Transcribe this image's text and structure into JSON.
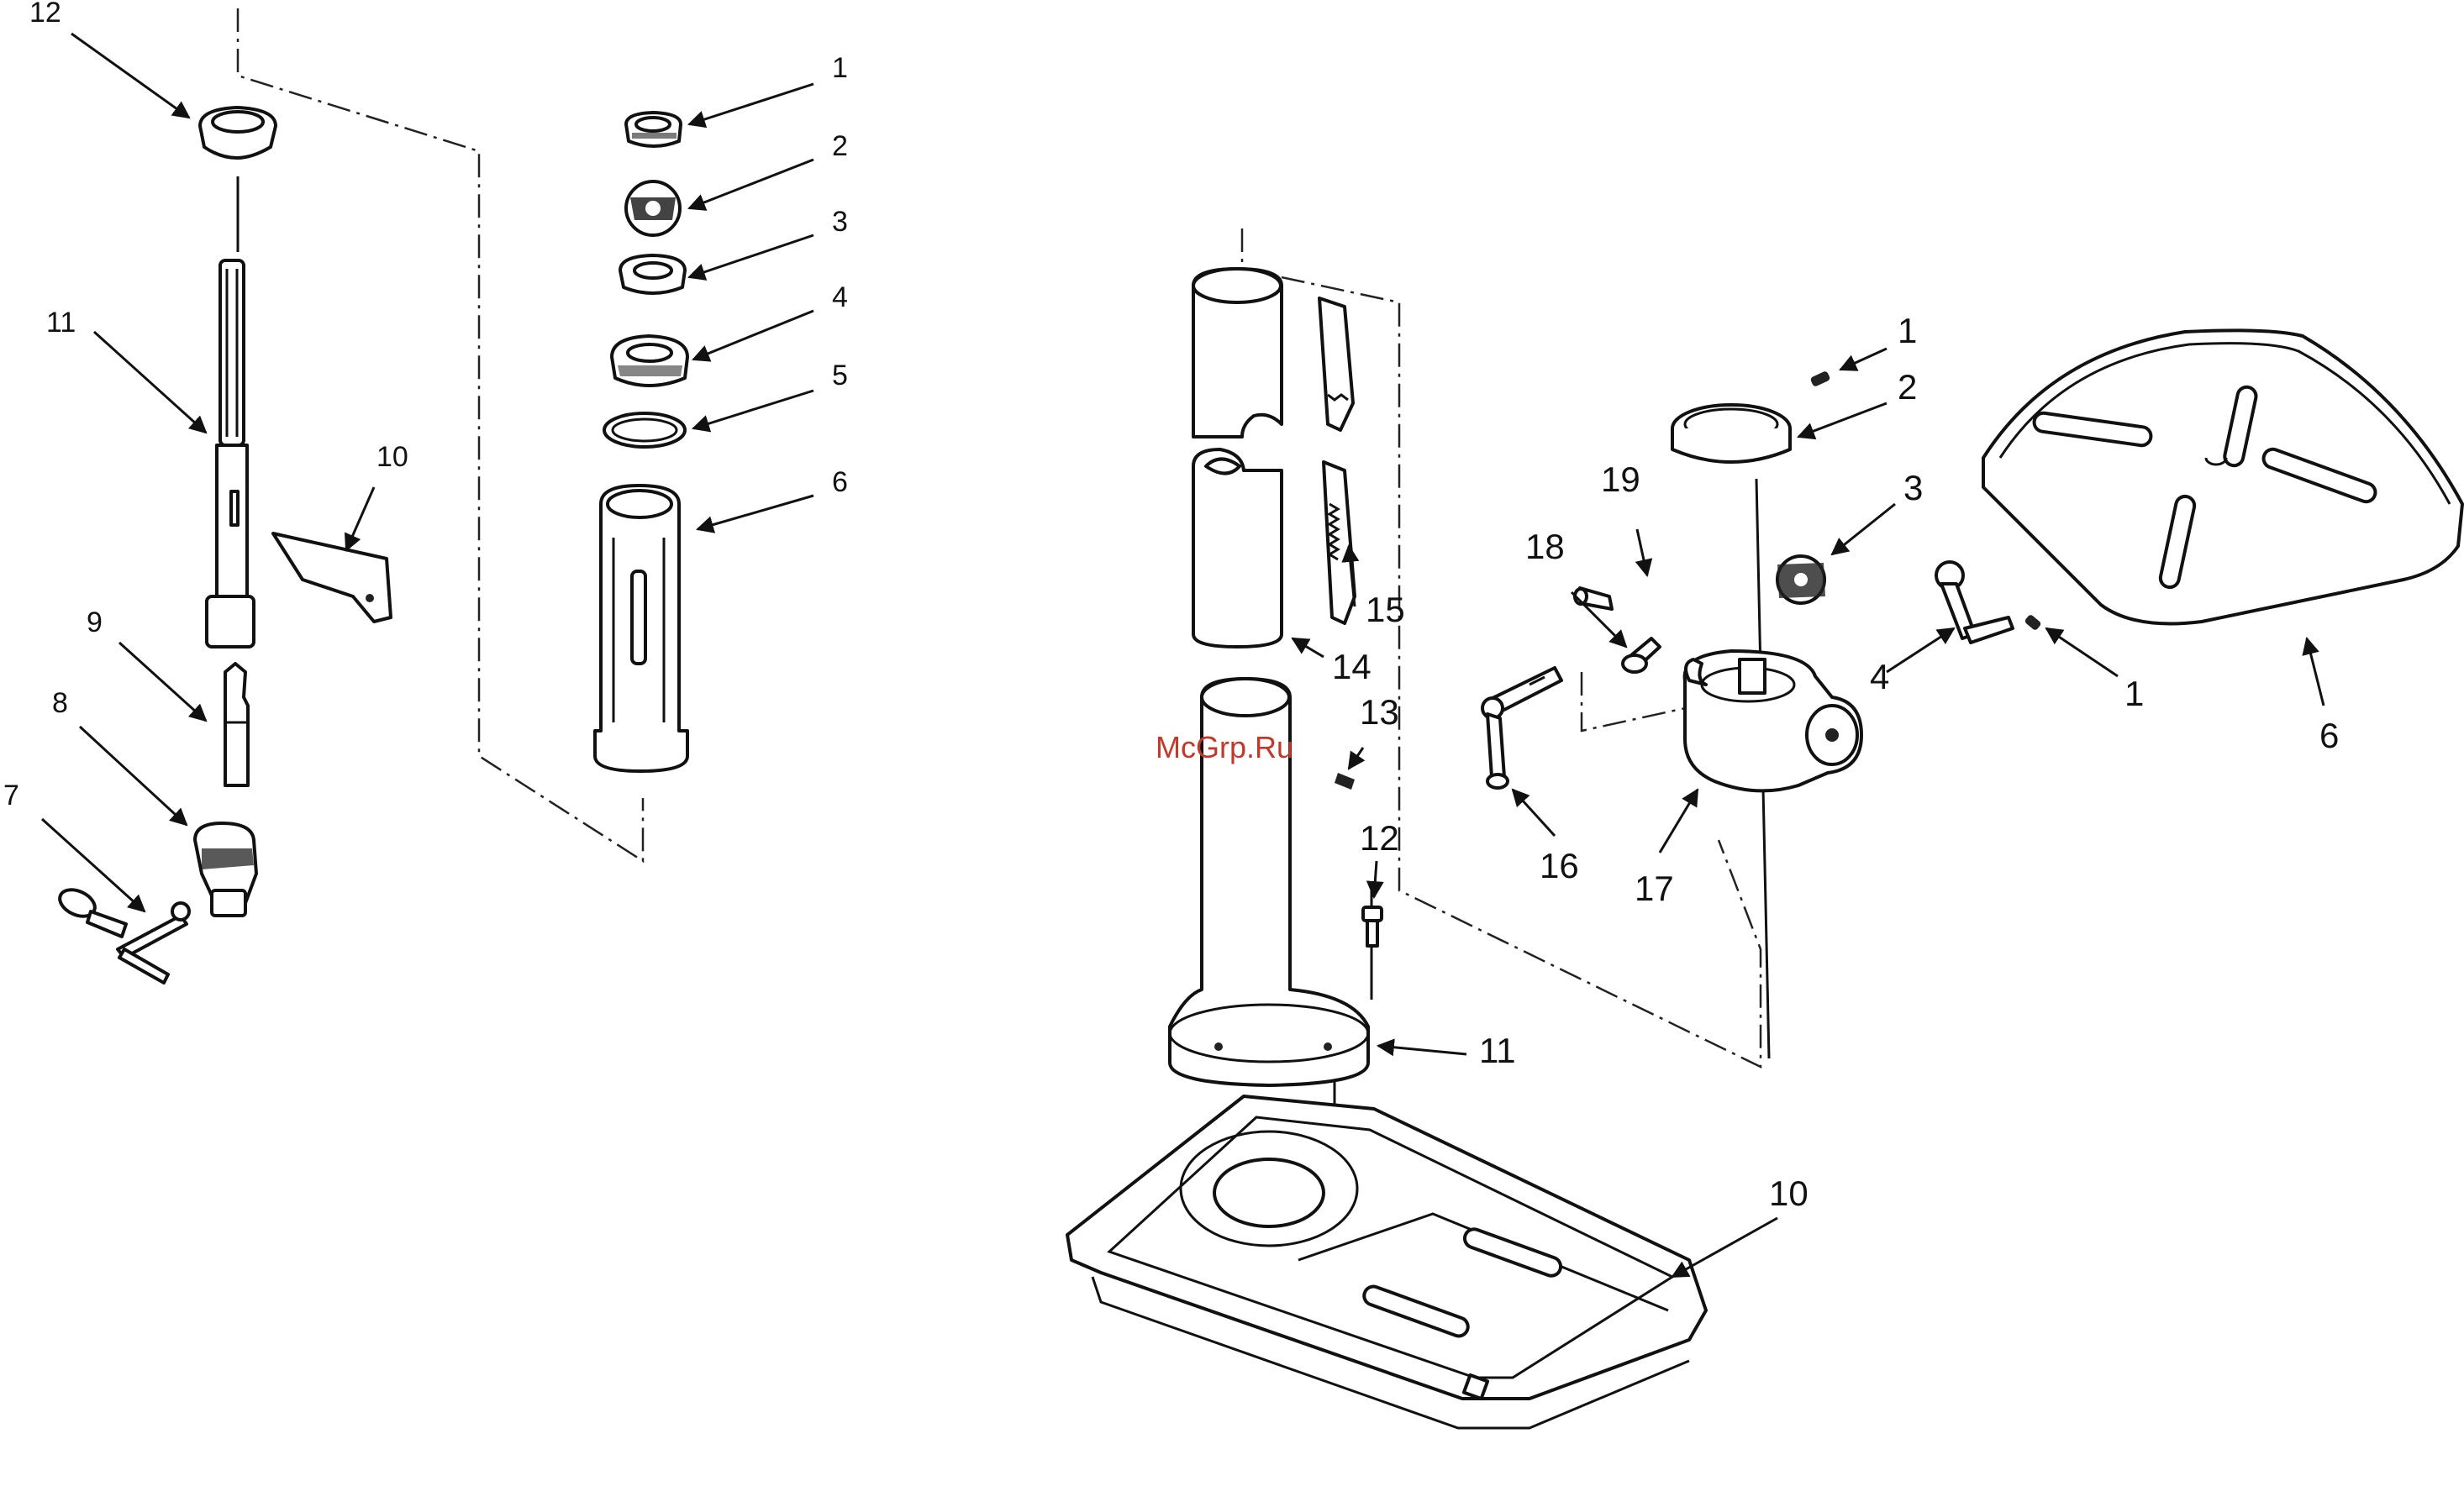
{
  "watermark": "McGrp.Ru",
  "left_assembly": {
    "labels": [
      "1",
      "2",
      "3",
      "4",
      "5",
      "6",
      "7",
      "8",
      "9",
      "10",
      "11",
      "12"
    ]
  },
  "right_assembly": {
    "labels": [
      "1",
      "2",
      "3",
      "4",
      "1",
      "6",
      "10",
      "11",
      "12",
      "13",
      "14",
      "15",
      "16",
      "17",
      "18",
      "19"
    ]
  }
}
